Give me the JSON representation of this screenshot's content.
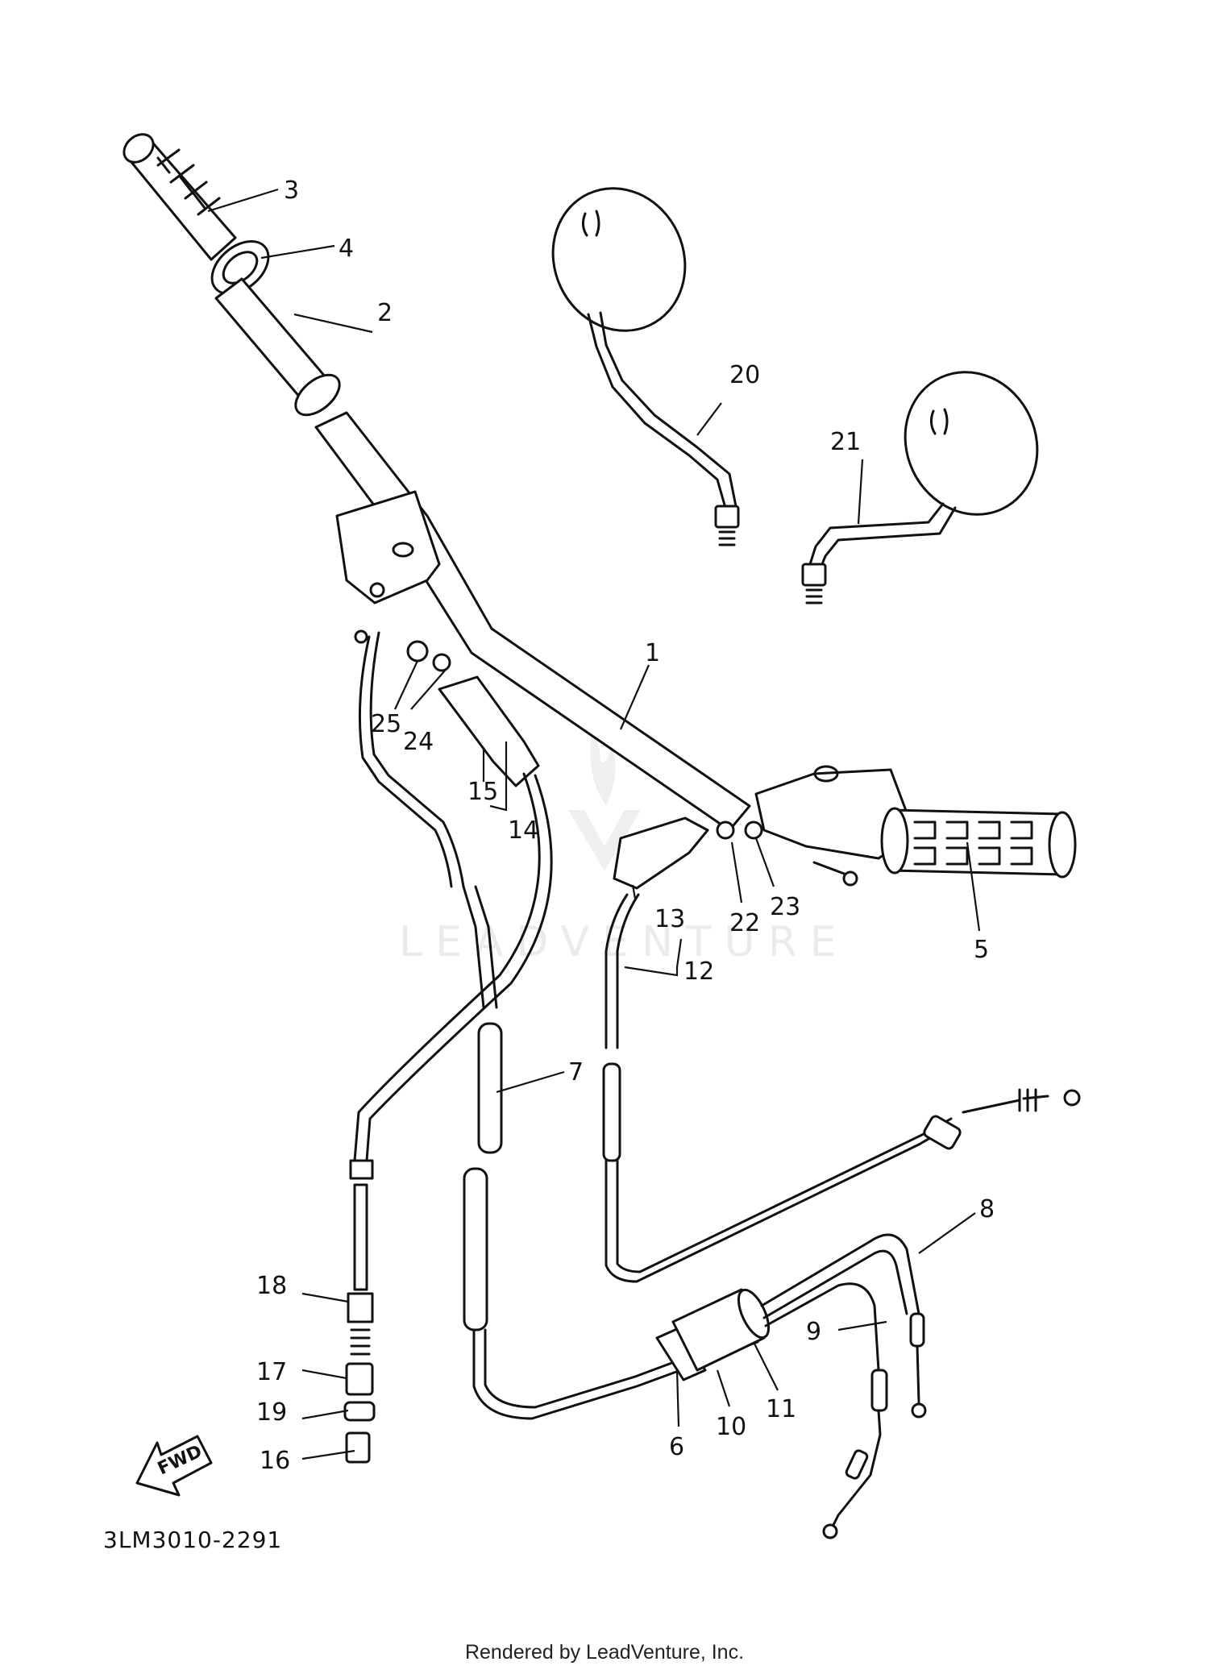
{
  "diagram": {
    "code": "3LM3010-2291",
    "watermark": "LEADVENTURE",
    "fwd_label": "FWD",
    "footer": "Rendered by LeadVenture, Inc.",
    "callouts": [
      "1",
      "2",
      "3",
      "4",
      "5",
      "6",
      "7",
      "8",
      "9",
      "10",
      "11",
      "12",
      "13",
      "14",
      "15",
      "16",
      "17",
      "18",
      "19",
      "20",
      "21",
      "22",
      "23",
      "24",
      "25"
    ]
  }
}
